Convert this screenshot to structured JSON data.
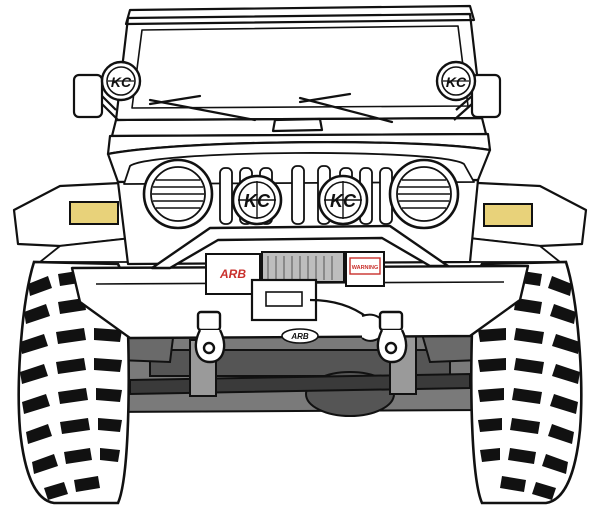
{
  "image": {
    "kind": "line-drawing",
    "subject": "jeep-front-view"
  },
  "colors": {
    "ink": "#111111",
    "paper": "#ffffff",
    "turn_signal": "#e8d27a",
    "winch_label_red": "#c9302c",
    "shadow_gray": "#7a7a7a",
    "dark_gray": "#555555",
    "light_gray": "#bdbdbd"
  },
  "badges": {
    "light_logo": "KC",
    "bumper_logo": "ARB",
    "winch_warning": "WARNING"
  },
  "icons": {
    "headlight": "headlight-icon",
    "aux_light": "kc-light-icon",
    "tire": "tire-icon",
    "winch": "winch-icon"
  }
}
